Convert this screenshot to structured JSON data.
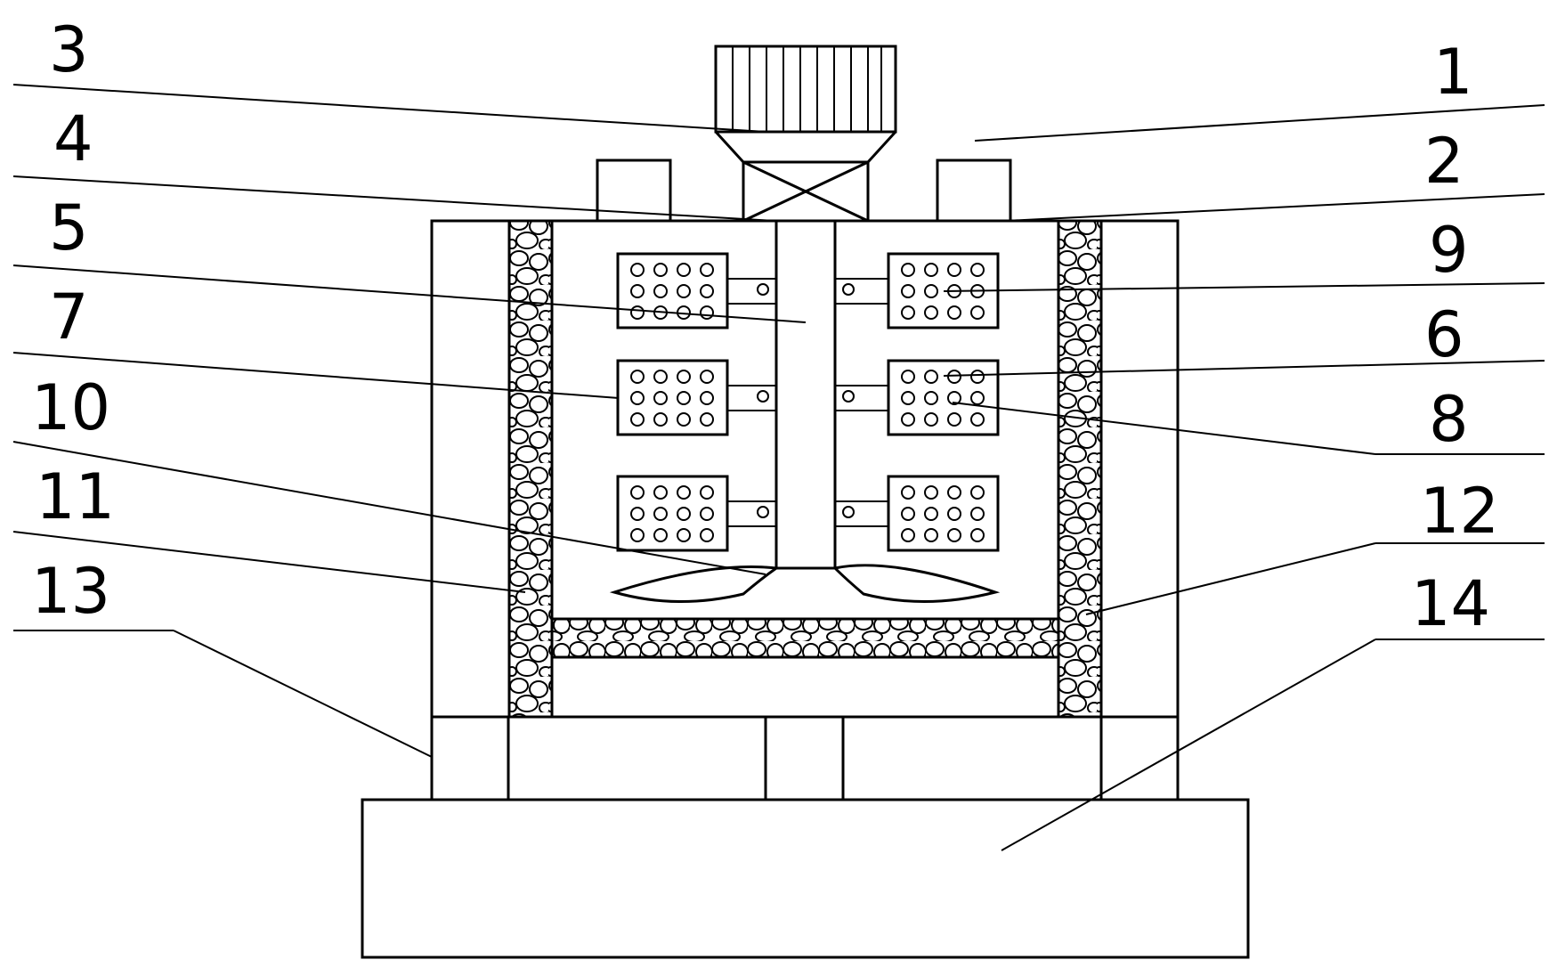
{
  "diagram": {
    "type": "patent-schematic",
    "subject": "mixing tank with rotating shaft, perforated paddles, insulated walls and base",
    "callouts": [
      {
        "id": "c1",
        "label": "1"
      },
      {
        "id": "c2",
        "label": "2"
      },
      {
        "id": "c3",
        "label": "3"
      },
      {
        "id": "c4",
        "label": "4"
      },
      {
        "id": "c5",
        "label": "5"
      },
      {
        "id": "c6",
        "label": "6"
      },
      {
        "id": "c7",
        "label": "7"
      },
      {
        "id": "c8",
        "label": "8"
      },
      {
        "id": "c9",
        "label": "9"
      },
      {
        "id": "c10",
        "label": "10"
      },
      {
        "id": "c11",
        "label": "11"
      },
      {
        "id": "c12",
        "label": "12"
      },
      {
        "id": "c13",
        "label": "13"
      },
      {
        "id": "c14",
        "label": "14"
      }
    ]
  },
  "colors": {
    "line": "#000000",
    "background": "#ffffff"
  }
}
